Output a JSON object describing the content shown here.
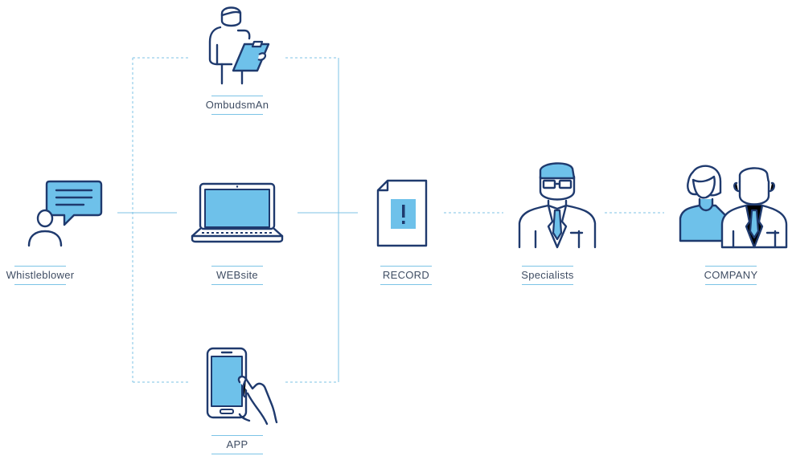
{
  "nodes": {
    "ombudsman": {
      "label": "OmbudsmAn",
      "icon": "ombudsman-clipboard-icon"
    },
    "whistleblower": {
      "label": "Whistleblower",
      "icon": "person-speech-bubble-icon"
    },
    "website": {
      "label": "WEBsite",
      "icon": "laptop-icon"
    },
    "record": {
      "label": "RECORD",
      "icon": "document-alert-icon"
    },
    "specialists": {
      "label": "Specialists",
      "icon": "specialist-person-icon"
    },
    "company": {
      "label": "COMPANY",
      "icon": "people-group-icon"
    },
    "app": {
      "label": "APP",
      "icon": "smartphone-hand-icon"
    }
  },
  "colors": {
    "stroke": "#1f3a6e",
    "fill": "#6ec1ea",
    "connector": "#7cc3e6",
    "text": "#3f4d63"
  }
}
